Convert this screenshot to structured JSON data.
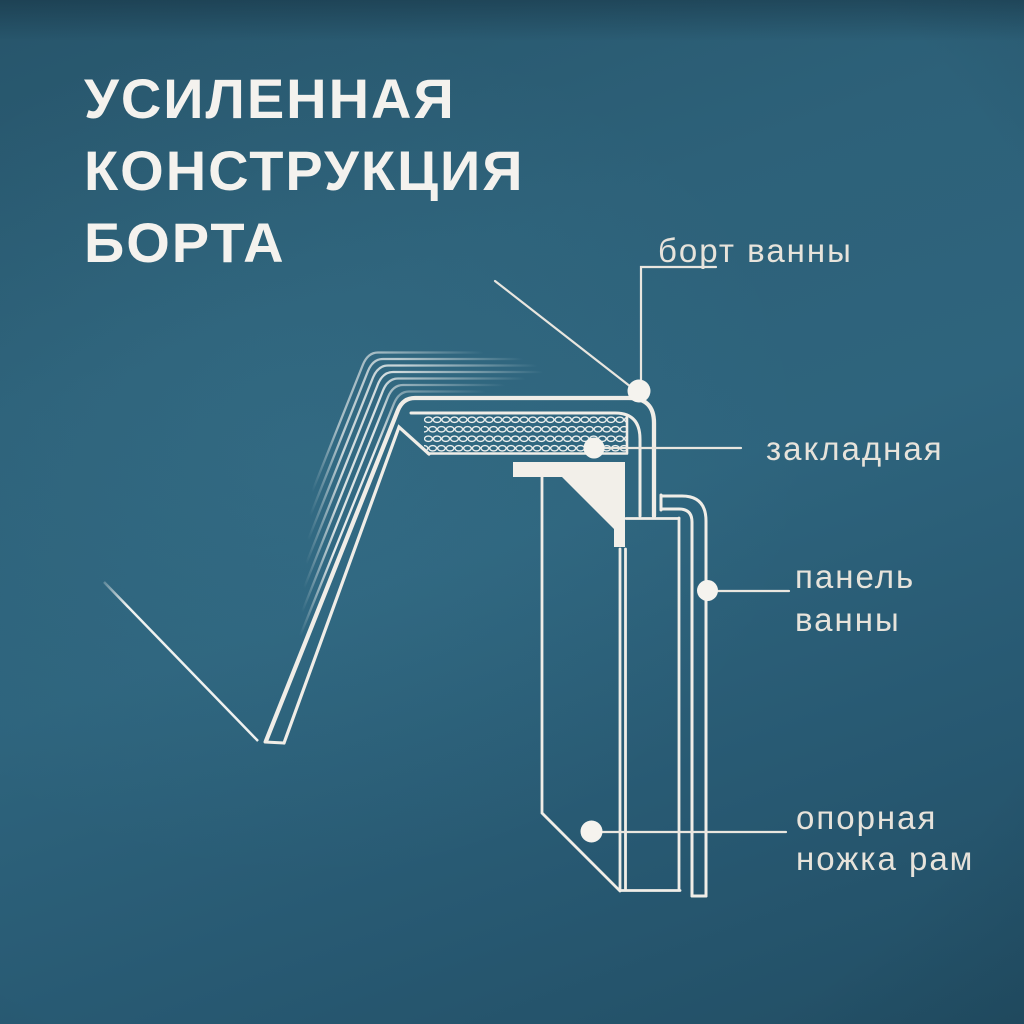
{
  "title": {
    "lines": [
      "УСИЛЕННАЯ",
      "КОНСТРУКЦИЯ",
      "БОРТА"
    ]
  },
  "callouts": [
    {
      "id": "bort-vanny",
      "text": "борт ванны"
    },
    {
      "id": "zakladnaya",
      "text": "закладная"
    },
    {
      "id": "panel-vanny",
      "lines": [
        "панель",
        "ванны"
      ]
    },
    {
      "id": "opornaya-nozhka-ram",
      "lines": [
        "опорная",
        "ножка рам"
      ]
    }
  ],
  "colors": {
    "background_teal": "#2d6179",
    "background_dark_edge": "#224e64",
    "line_white": "#f0ede7",
    "title_text": "#f4f2ee",
    "label_text": "#e7e3db",
    "dot_fill": "#f5f3ee"
  }
}
